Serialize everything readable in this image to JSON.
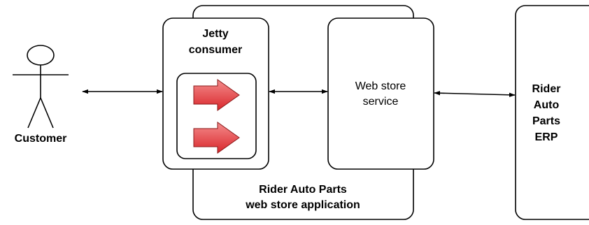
{
  "diagram": {
    "actor": {
      "label": "Customer"
    },
    "jetty": {
      "title_line1": "Jetty",
      "title_line2": "consumer"
    },
    "web_store_service": {
      "label_line1": "Web store",
      "label_line2": "service"
    },
    "application": {
      "label_line1": "Rider Auto Parts",
      "label_line2": "web store application"
    },
    "erp": {
      "label_line1": "Rider",
      "label_line2": "Auto",
      "label_line3": "Parts",
      "label_line4": "ERP"
    },
    "colors": {
      "stroke": "#000000",
      "arrow_fill_light": "#f08a8a",
      "arrow_fill_dark": "#d9262b",
      "background": "#ffffff"
    }
  }
}
